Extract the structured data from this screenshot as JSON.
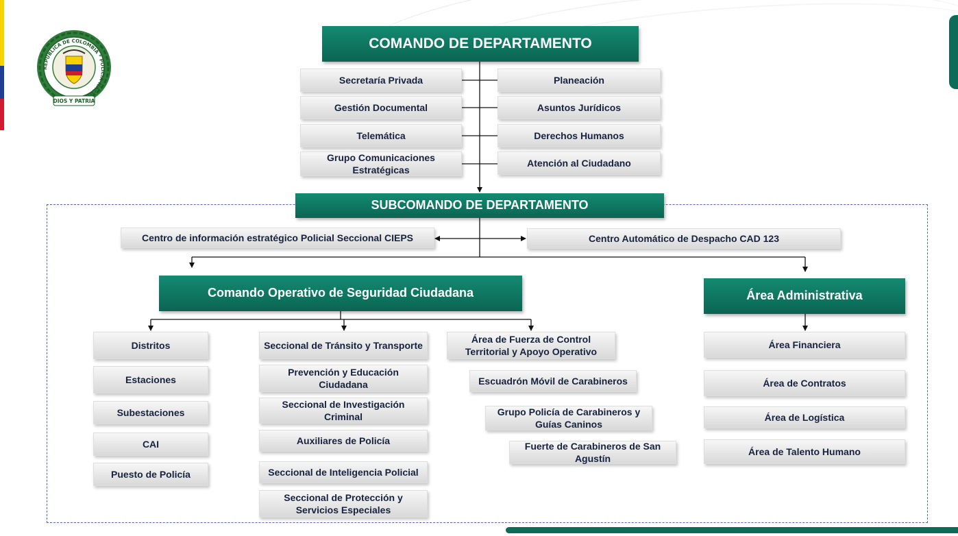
{
  "colors": {
    "primary_green": "#0d6b57",
    "box_text": "#17223f",
    "connector": "#111111",
    "frame_dash": "#4a6da8",
    "flag_yellow": "#f7d000",
    "flag_blue": "#1c3f94",
    "flag_red": "#cf1b2b"
  },
  "logo": {
    "icon": "police-crest-icon",
    "ring_text": "REPUBLICA DE COLOMBIA * POLICIA NACIONAL",
    "motto": "DIOS Y PATRIA"
  },
  "org": {
    "comando": "COMANDO DE DEPARTAMENTO",
    "staff_left": [
      "Secretaría Privada",
      "Gestión Documental",
      "Telemática",
      "Grupo Comunicaciones Estratégicas"
    ],
    "staff_right": [
      "Planeación",
      "Asuntos Jurídicos",
      "Derechos Humanos",
      "Atención al Ciudadano"
    ],
    "subcomando": "SUBCOMANDO DE DEPARTAMENTO",
    "cieps": "Centro de información estratégico Policial  Seccional CIEPS",
    "cad": "Centro Automático de Despacho CAD 123",
    "operativo": "Comando Operativo de Seguridad Ciudadana",
    "administrativa": "Área Administrativa",
    "col1": [
      "Distritos",
      "Estaciones",
      "Subestaciones",
      "CAI",
      "Puesto de Policía"
    ],
    "col2": [
      "Seccional de Tránsito y Transporte",
      "Prevención y Educación Ciudadana",
      "Seccional de Investigación Criminal",
      "Auxiliares de Policía",
      "Seccional de Inteligencia Policial",
      "Seccional de Protección y Servicios Especiales"
    ],
    "col3": [
      "Área de Fuerza de Control Territorial y Apoyo Operativo",
      "Escuadrón Móvil de Carabineros",
      "Grupo Policía de Carabineros y Guías Caninos",
      "Fuerte de Carabineros de San Agustín"
    ],
    "col4": [
      "Área Financiera",
      "Área de Contratos",
      "Área de Logística",
      "Área de Talento Humano"
    ]
  }
}
